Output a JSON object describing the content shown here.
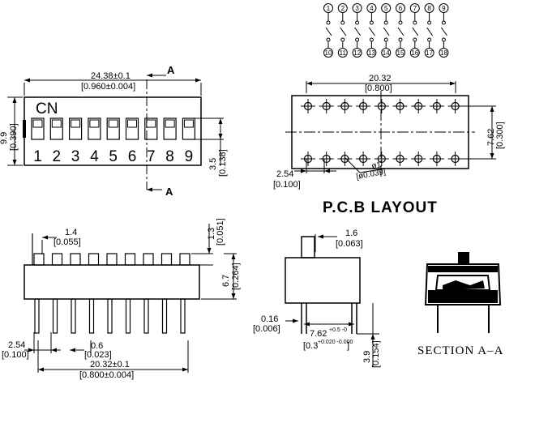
{
  "schematic": {
    "top_pins": [
      "1",
      "2",
      "3",
      "4",
      "5",
      "6",
      "7",
      "8",
      "9"
    ],
    "bottom_pins": [
      "10",
      "11",
      "12",
      "13",
      "14",
      "15",
      "16",
      "17",
      "18"
    ]
  },
  "top_view": {
    "brand": "CN",
    "numbers": [
      "1",
      "2",
      "3",
      "4",
      "5",
      "6",
      "7",
      "8",
      "9"
    ],
    "width_mm": "24.38±0.1",
    "width_in": "[0.960±0.004]",
    "height_mm": "9.9",
    "height_in": "[0.390]",
    "switch_mm": "3.5",
    "switch_in": "[0.138]",
    "section_mark": "A"
  },
  "pcb": {
    "span_mm": "20.32",
    "span_in": "[0.800]",
    "row_mm": "7.62",
    "row_in": "[0.300]",
    "pitch_mm": "2.54",
    "pitch_in": "[0.100]",
    "hole": "ø1",
    "hole_in": "[ø0.039]",
    "title": "P.C.B LAYOUT"
  },
  "side_view": {
    "act_mm": "1.4",
    "act_in": "[0.055]",
    "top_mm": "1.3",
    "top_in": "[0.051]",
    "body_mm": "6.7",
    "body_in": "[0.264]",
    "pitch_mm": "2.54",
    "pitch_in": "[0.100]",
    "pin_mm": "0.6",
    "pin_in": "[0.023]",
    "span_mm": "20.32±0.1",
    "span_in": "[0.800±0.004]"
  },
  "end_view": {
    "act_mm": "1.6",
    "act_in": "[0.063]",
    "pin_mm": "0.16",
    "pin_in": "[0.006]",
    "row_mm": "7.62",
    "row_tol_mm": "+0.5\n-0",
    "row_in": "[0.3",
    "row_tol_in": "+0.020\n-0.000",
    "row_in_end": "]",
    "lead_mm": "3.9",
    "lead_in": "[0.154]"
  },
  "section": {
    "title": "SECTION A–A"
  }
}
